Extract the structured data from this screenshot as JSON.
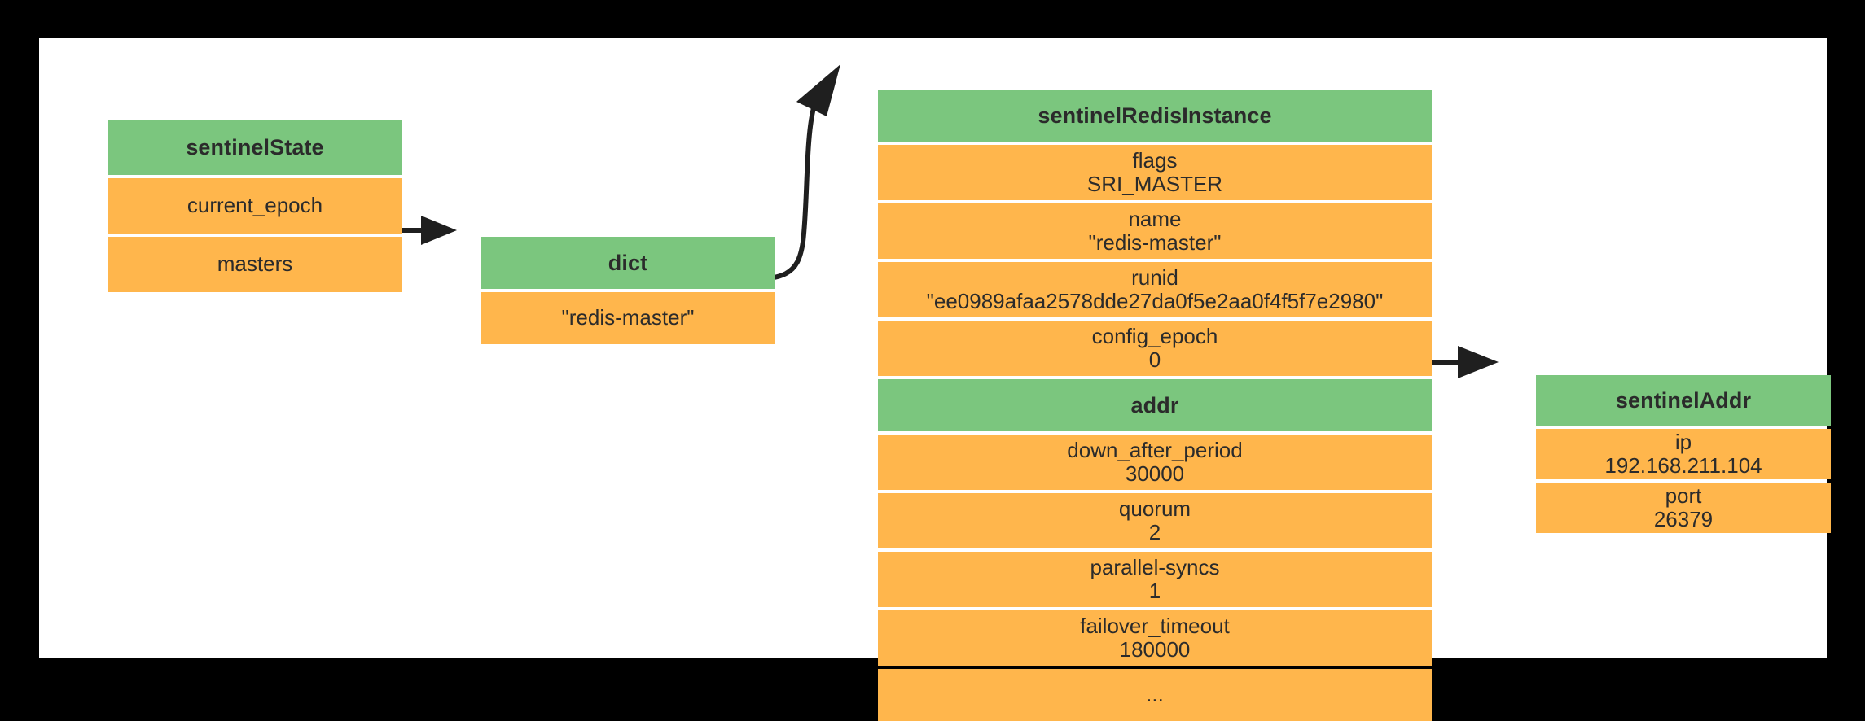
{
  "diagram": {
    "title": "redis sentinel sentinelState structure",
    "background_color": "#000000",
    "canvas_color": "#ffffff",
    "header_color": "#7bc67e",
    "field_color": "#ffb64c",
    "text_color": "#2b2b2b",
    "arrow_color": "#1f1f1f"
  },
  "nodes": {
    "sentinel_state": {
      "header": "sentinelState",
      "fields": [
        {
          "key": "current_epoch",
          "val": ""
        },
        {
          "key": "masters",
          "val": ""
        }
      ]
    },
    "dict": {
      "header": "dict",
      "fields": [
        {
          "key": "\"redis-master\"",
          "val": ""
        }
      ]
    },
    "sentinel_redis_instance": {
      "header": "sentinelRedisInstance",
      "fields": [
        {
          "key": "flags",
          "val": "SRI_MASTER"
        },
        {
          "key": "name",
          "val": "\"redis-master\""
        },
        {
          "key": "runid",
          "val": "\"ee0989afaa2578dde27da0f5e2aa0f4f5f7e2980\""
        },
        {
          "key": "config_epoch",
          "val": "0"
        }
      ],
      "subheader": "addr",
      "fields_after": [
        {
          "key": "down_after_period",
          "val": "30000"
        },
        {
          "key": "quorum",
          "val": "2"
        },
        {
          "key": "parallel-syncs",
          "val": "1"
        },
        {
          "key": "failover_timeout",
          "val": "180000"
        },
        {
          "key": "...",
          "val": ""
        }
      ]
    },
    "sentinel_addr": {
      "header": "sentinelAddr",
      "fields": [
        {
          "key": "ip",
          "val": "192.168.211.104"
        },
        {
          "key": "port",
          "val": "26379"
        }
      ]
    }
  },
  "edges": [
    {
      "name": "masters-to-dict",
      "from": "masters",
      "to": "dict",
      "style": "straight-arrow"
    },
    {
      "name": "dict-entry-to-sri",
      "from": "\"redis-master\"",
      "to": "sentinelRedisInstance",
      "style": "curved-arrow"
    },
    {
      "name": "addr-to-sentineladdr",
      "from": "addr",
      "to": "sentinelAddr",
      "style": "straight-arrow"
    }
  ]
}
